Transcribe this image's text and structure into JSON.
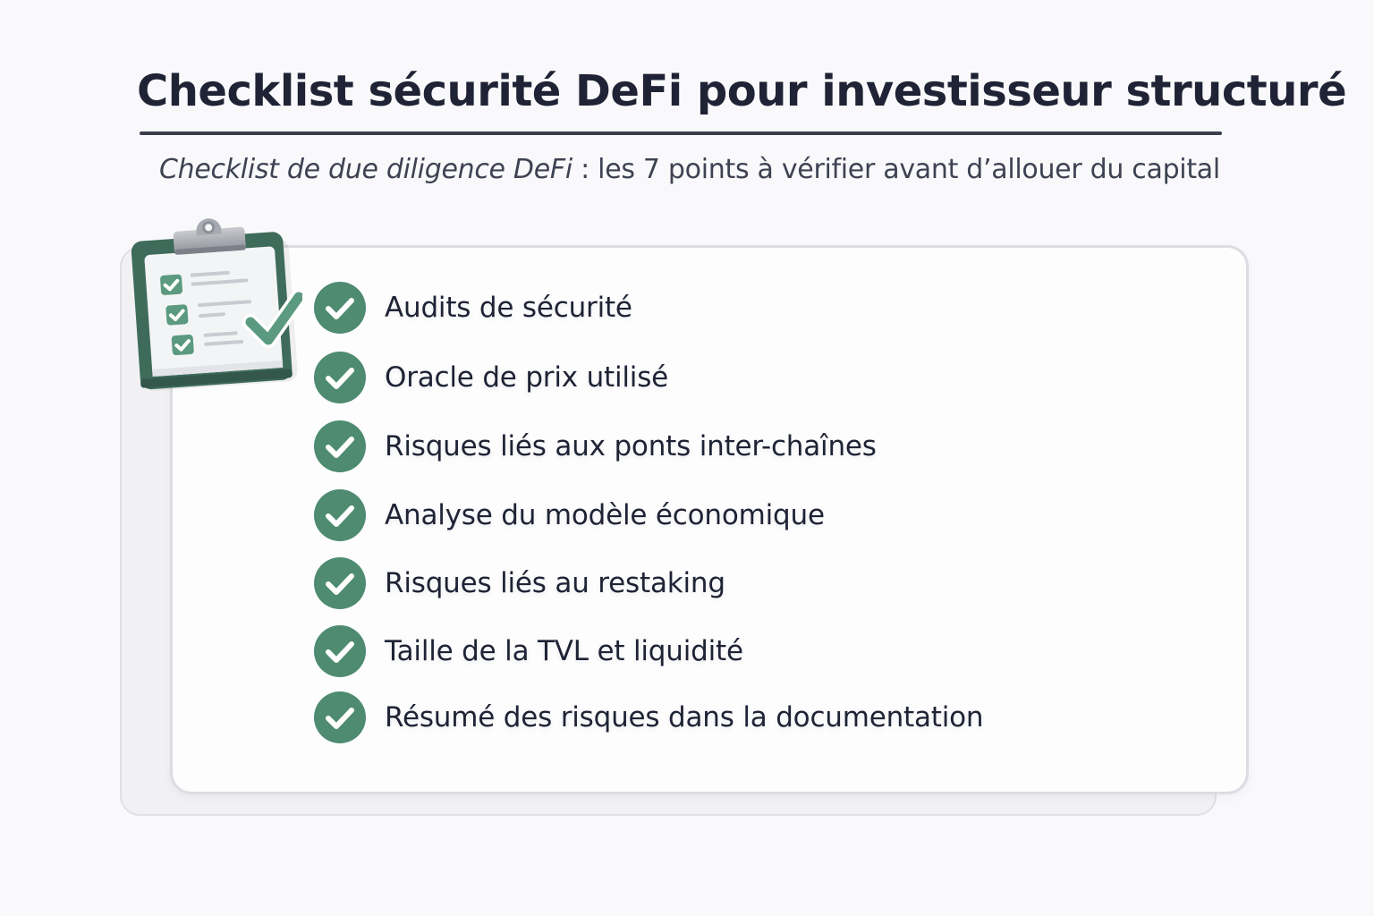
{
  "header": {
    "title": "Checklist sécurité DeFi pour investisseur structuré",
    "subtitle_lead": "Checklist de due diligence DeFi",
    "subtitle_rest": " : les 7 points à vérifier avant d’allouer du capital"
  },
  "illustration": {
    "icon": "clipboard-checklist-icon"
  },
  "checklist": {
    "icon": "check-circle-icon",
    "accent_color": "#4e8b71",
    "items": [
      {
        "label": "Audits de sécurité",
        "checked": true
      },
      {
        "label": "Oracle de prix utilisé",
        "checked": true
      },
      {
        "label": "Risques liés aux ponts inter-chaînes",
        "checked": true
      },
      {
        "label": "Analyse du modèle économique",
        "checked": true
      },
      {
        "label": "Risques liés au restaking",
        "checked": true
      },
      {
        "label": "Taille de la TVL et liquidité",
        "checked": true
      },
      {
        "label": "Résumé des risques dans la documentation",
        "checked": true
      }
    ]
  }
}
